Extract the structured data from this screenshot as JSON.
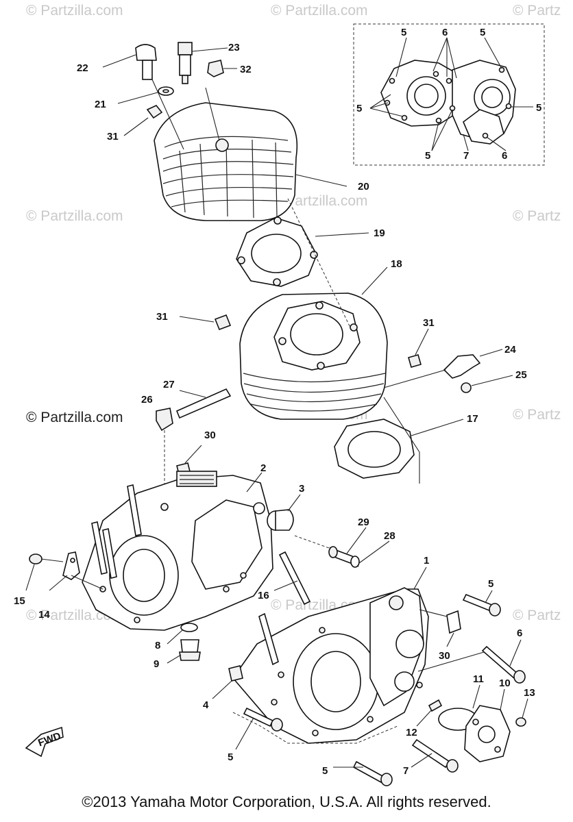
{
  "watermarks": {
    "partzilla_faint": "© Partzilla.com",
    "partzilla_cut": "© Partz",
    "partzilla_dark": "© Partzilla.com"
  },
  "labels": {
    "p1": "1",
    "p2": "2",
    "p3": "3",
    "p4": "4",
    "p5": "5",
    "p6": "6",
    "p7": "7",
    "p8": "8",
    "p9": "9",
    "p10": "10",
    "p11": "11",
    "p12": "12",
    "p13": "13",
    "p14": "14",
    "p15": "15",
    "p16": "16",
    "p17": "17",
    "p18": "18",
    "p19": "19",
    "p20": "20",
    "p21": "21",
    "p22": "22",
    "p23": "23",
    "p24": "24",
    "p25": "25",
    "p26": "26",
    "p27": "27",
    "p28": "28",
    "p29": "29",
    "p30": "30",
    "p31": "31",
    "p32": "32"
  },
  "fwd_badge": "FWD",
  "copyright": "©2013 Yamaha Motor Corporation, U.S.A. All rights reserved."
}
